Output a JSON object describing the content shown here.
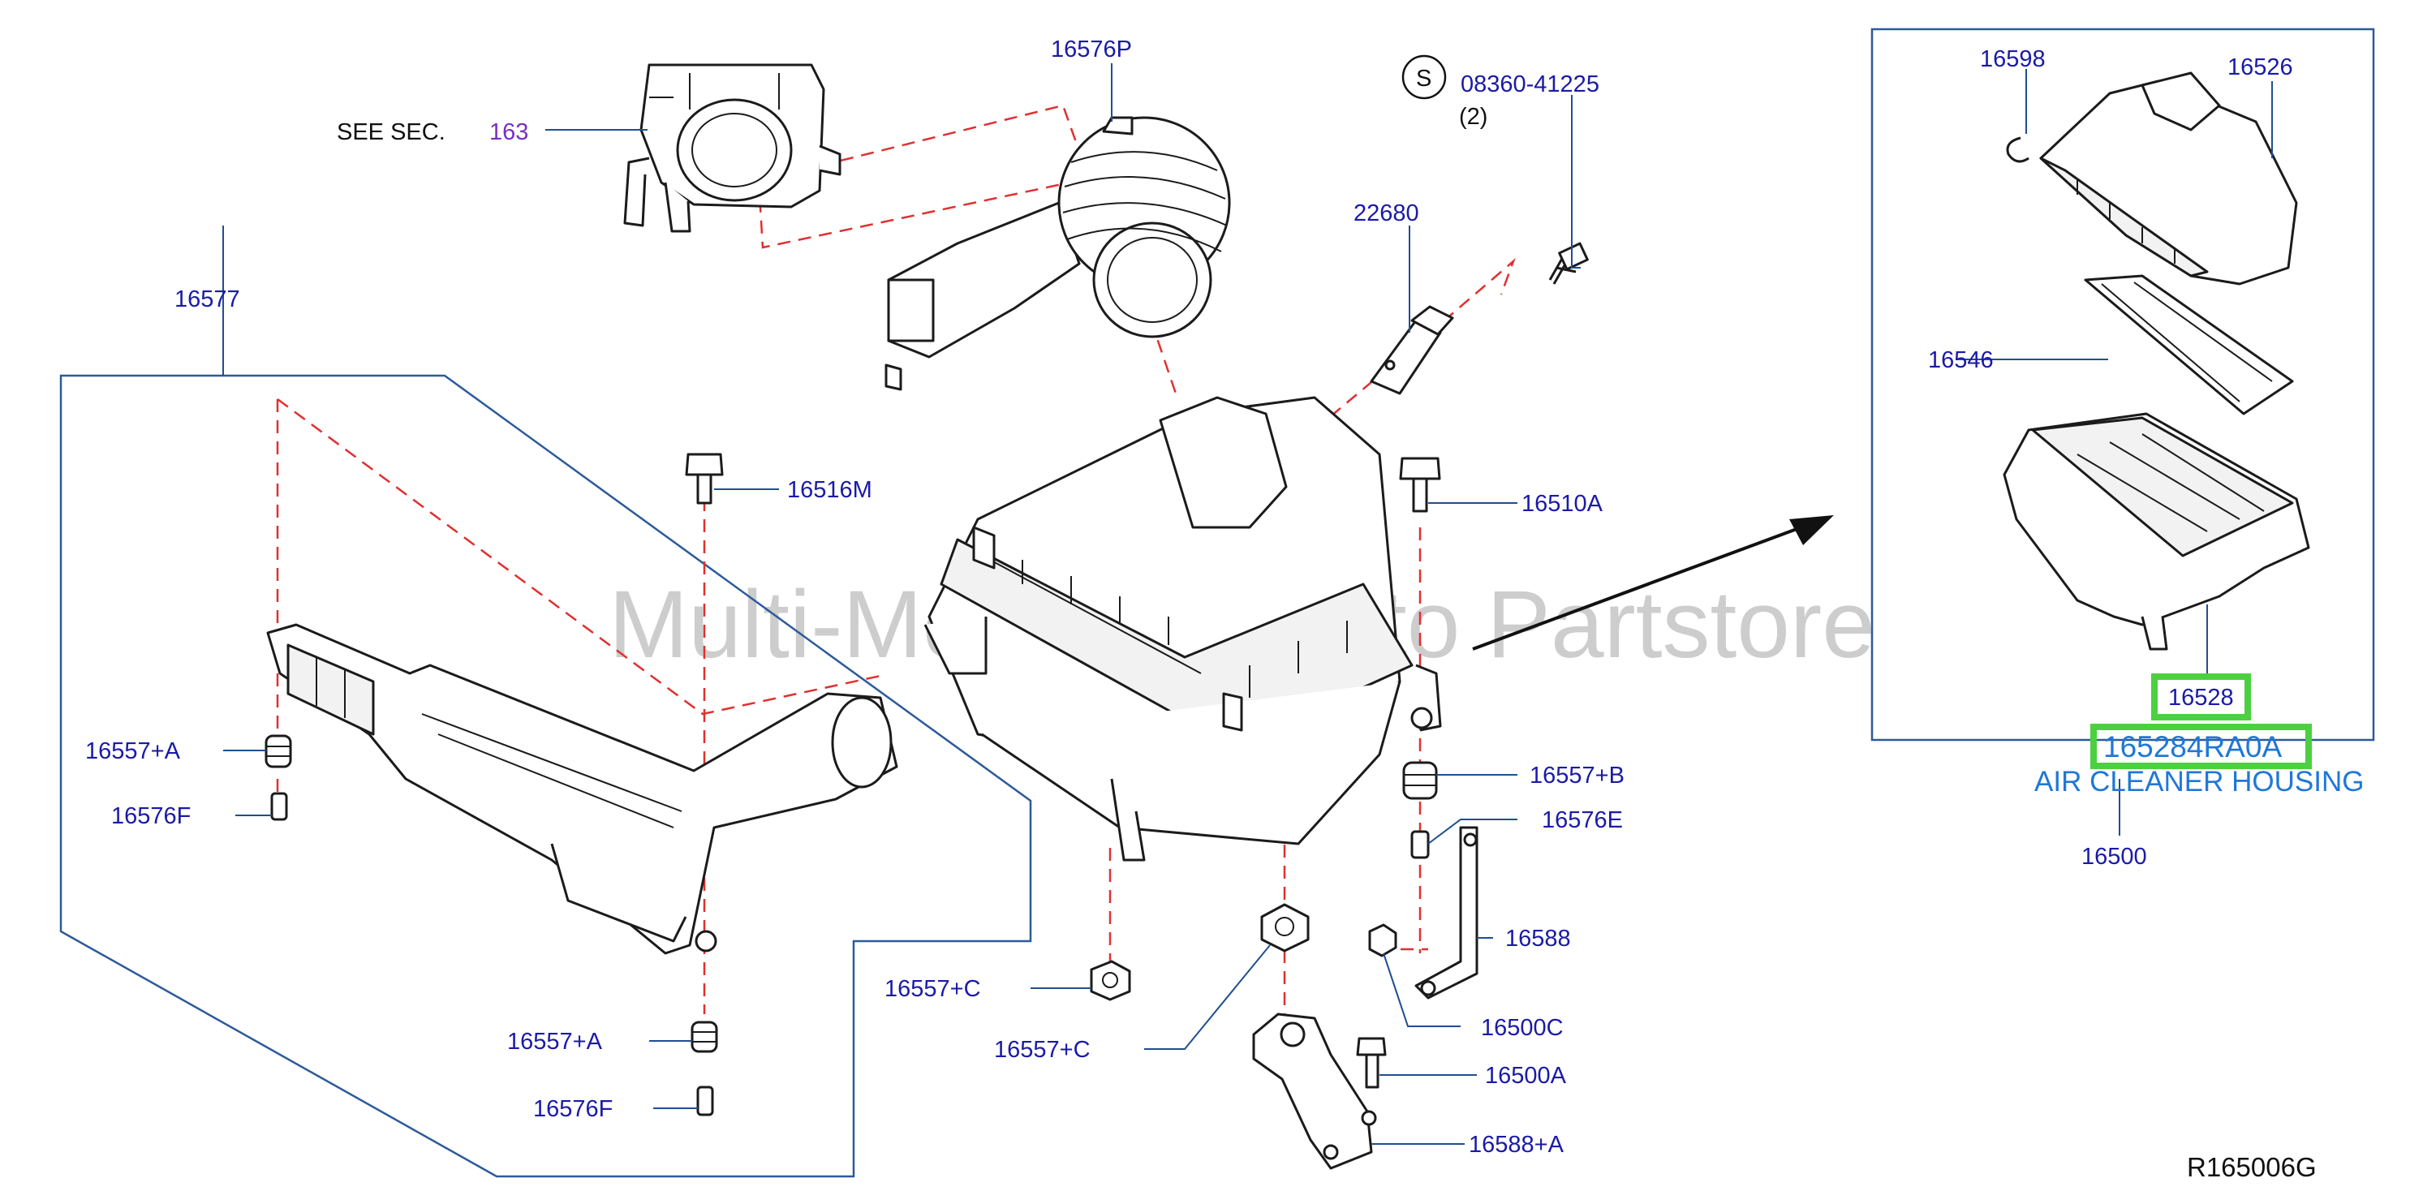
{
  "diagram": {
    "see_sec_prefix": "SEE   SEC.",
    "see_sec_number": "163",
    "screw_symbol": "S",
    "screw_part": "08360-41225",
    "screw_qty": "(2)",
    "watermark": "Multi-Merchant Auto Partstore",
    "oem_part_number": "165284RA0A",
    "oem_description": "AIR CLEANER HOUSING",
    "reference_code": "R165006G",
    "labels": {
      "p16576P": "16576P",
      "p22680": "22680",
      "p16577": "16577",
      "p16516M": "16516M",
      "p16510A": "16510A",
      "p16557A_left": "16557+A",
      "p16576F_left": "16576F",
      "p16557B": "16557+B",
      "p16576E": "16576E",
      "p16588": "16588",
      "p16500C": "16500C",
      "p16557C_a": "16557+C",
      "p16557C_b": "16557+C",
      "p16557A_bottom": "16557+A",
      "p16576F_bottom": "16576F",
      "p16500A": "16500A",
      "p16588A": "16588+A",
      "p16598": "16598",
      "p16526": "16526",
      "p16546": "16546",
      "p16528": "16528",
      "p16500": "16500"
    },
    "colors": {
      "part_label": "#1a1aa8",
      "oem_highlight": "#4cd040",
      "oem_text": "#1f78d6",
      "dashed_line": "#e03030"
    }
  }
}
